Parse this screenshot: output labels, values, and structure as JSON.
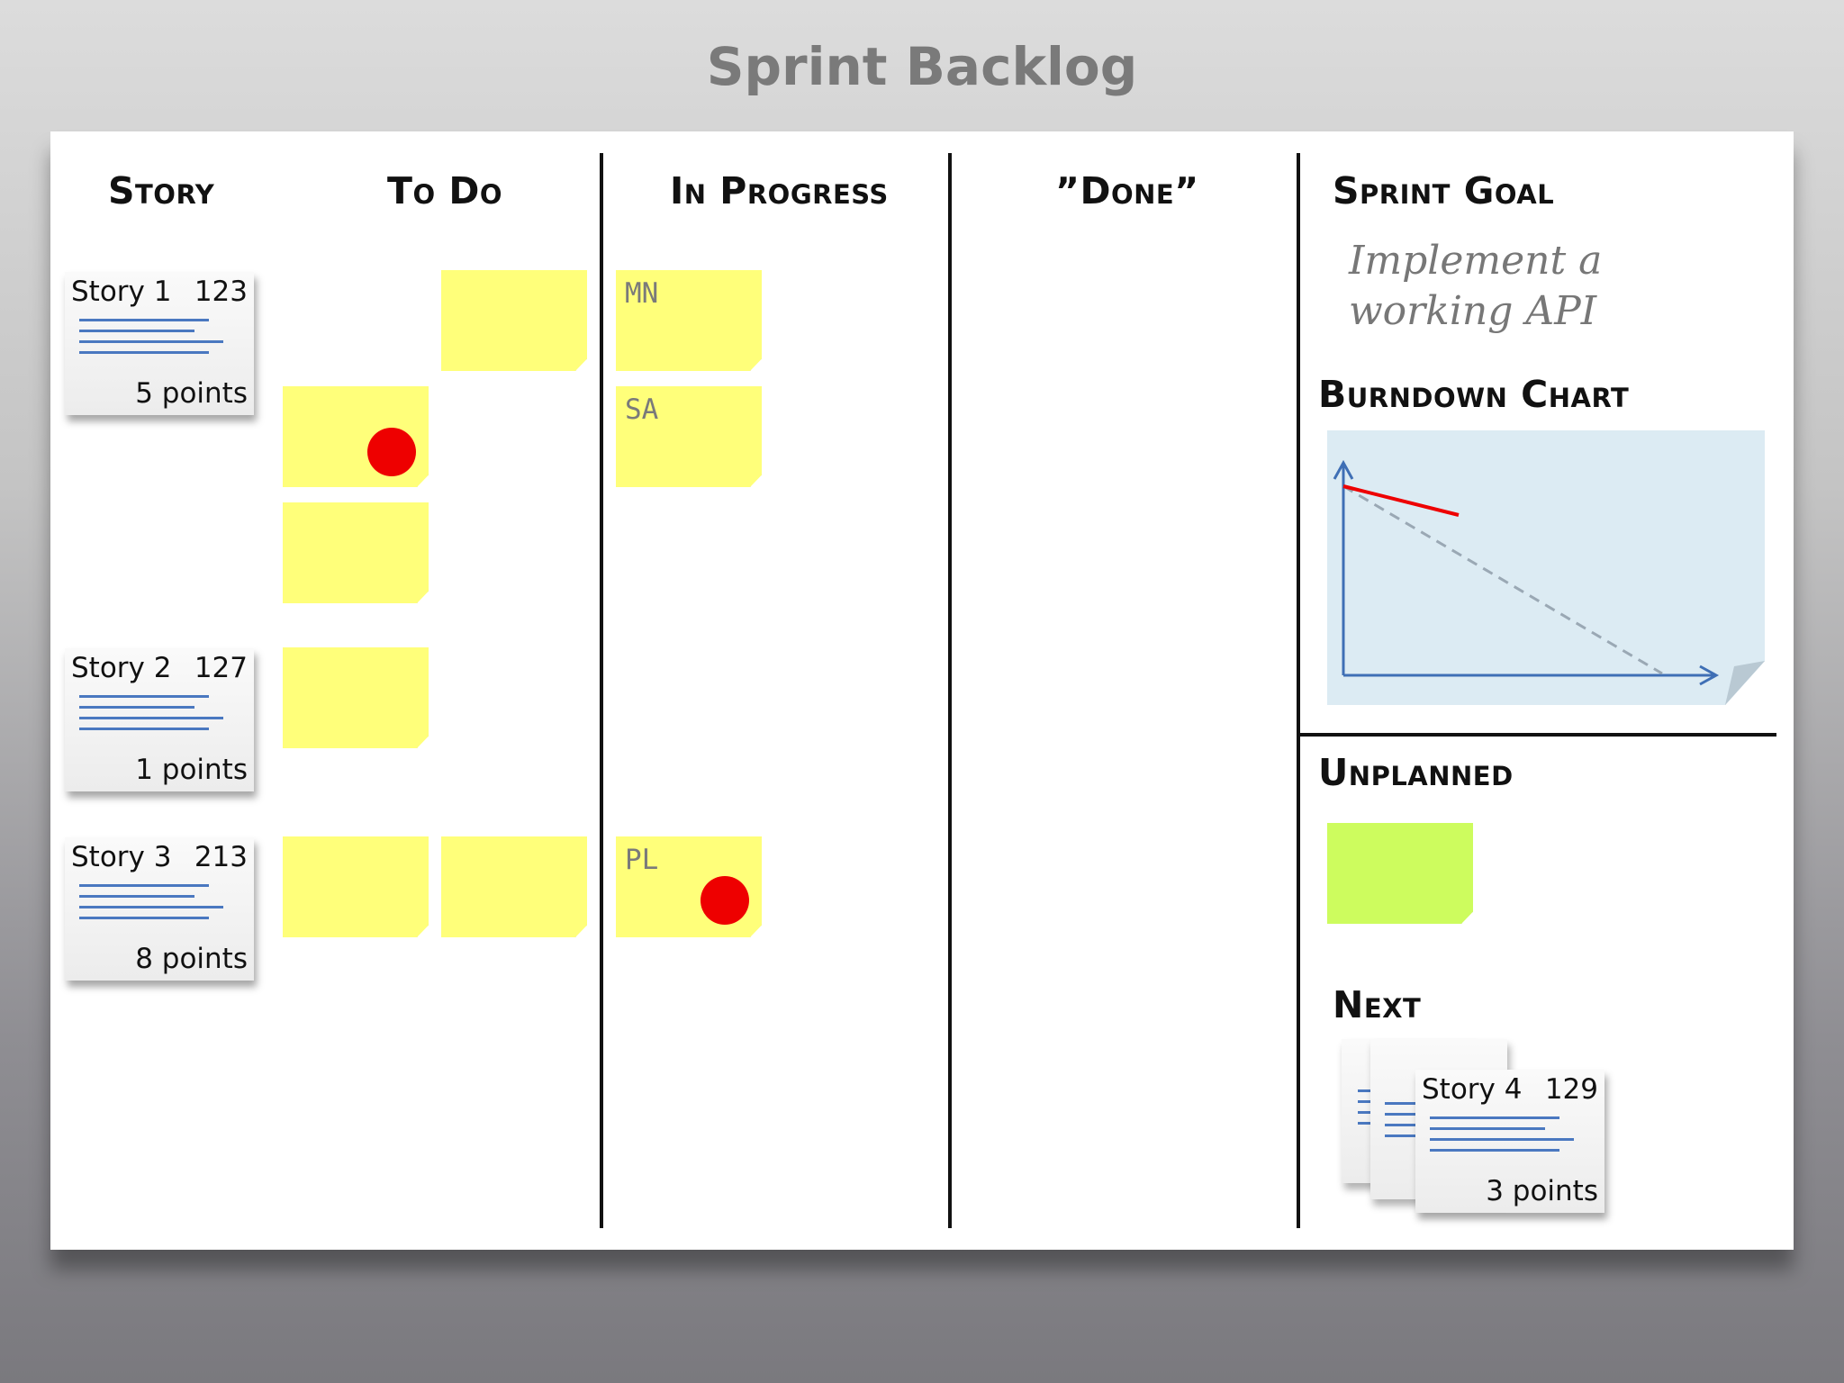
{
  "title": "Sprint Backlog",
  "columns": {
    "story": "Story",
    "todo": "To Do",
    "in_progress": "In Progress",
    "done": "”Done”",
    "sprint_goal": "Sprint Goal"
  },
  "stories": [
    {
      "name": "Story 1",
      "id": "123",
      "points": "5 points"
    },
    {
      "name": "Story 2",
      "id": "127",
      "points": "1 points"
    },
    {
      "name": "Story 3",
      "id": "213",
      "points": "8 points"
    }
  ],
  "in_progress_notes": [
    "MN",
    "SA",
    "PL"
  ],
  "sprint_goal_text": "Implement a working API",
  "burndown_heading": "Burndown Chart",
  "unplanned_heading": "Unplanned",
  "next_heading": "Next",
  "next_story": {
    "name": "Story 4",
    "id": "129",
    "points": "3 points"
  },
  "colors": {
    "sticky_yellow": "#ffff7a",
    "sticky_green": "#cdfc5e",
    "impediment_dot": "#ee0000",
    "burndown_bg": "#dcebf3",
    "axis_blue": "#3f6fb5",
    "actual_line_red": "#ee0000"
  }
}
